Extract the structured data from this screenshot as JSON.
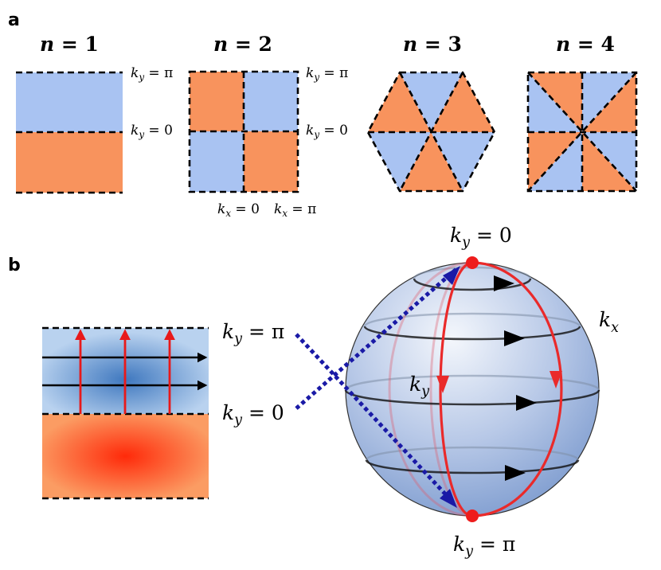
{
  "panels": {
    "a": "a",
    "b": "b"
  },
  "n_labels": {
    "n1": "n = 1",
    "n2": "n = 2",
    "n3": "n = 3",
    "n4": "n = 4"
  },
  "n_labels_parts": {
    "n1": {
      "var": "n",
      "eq": " = 1"
    },
    "n2": {
      "var": "n",
      "eq": " = 2"
    },
    "n3": {
      "var": "n",
      "eq": " = 3"
    },
    "n4": {
      "var": "n",
      "eq": " = 4"
    }
  },
  "k_labels": {
    "ky_pi": "k_y = π",
    "ky_0": "k_y = 0",
    "kx_0": "k_x = 0",
    "kx_pi": "k_x = π",
    "kx": "k_x",
    "ky": "k_y"
  },
  "k_parts": {
    "k": "k",
    "x": "x",
    "y": "y",
    "eq_pi": " = π",
    "eq_0": " = 0"
  },
  "colors": {
    "blue": "#a9c3f2",
    "orange": "#f8935d",
    "red_arrow": "#e8191a",
    "navy_dotted": "#1a1aa6",
    "sphere": "#9db4dd"
  }
}
